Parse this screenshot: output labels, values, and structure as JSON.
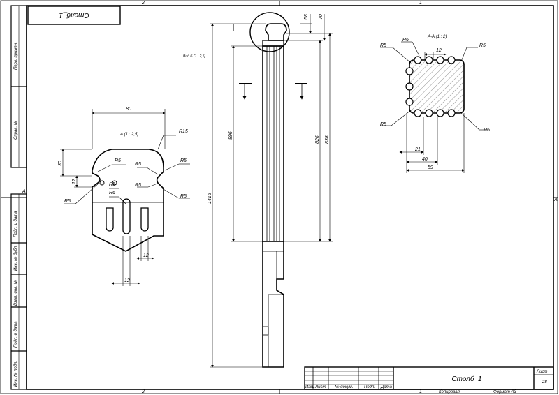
{
  "sheet": {
    "zone_marks_top": [
      "2",
      "1"
    ],
    "zone_marks_bottom": [
      "2",
      "1"
    ],
    "zone_marks_side": [
      "A",
      "A"
    ],
    "mirrored_title": "Столб_1",
    "format": "Формат A3",
    "copied_by": "Копировал"
  },
  "left_strip": {
    "labels": [
      "Перв. примен.",
      "Справ. №",
      "Подп. и дата",
      "Инв. № дубл.",
      "Взам. инв. №",
      "Подп. и дата",
      "Инв. № подл."
    ]
  },
  "title_block": {
    "name": "Столб_1",
    "sheet_label": "Лист",
    "sheet_number": "28",
    "columns": [
      "Изм.",
      "Лист",
      "№ докум.",
      "Подп.",
      "Дата"
    ]
  },
  "view_left": {
    "label": "А (1 : 2,5)",
    "dims": [
      "80",
      "30",
      "12",
      "12",
      "12"
    ],
    "radii": [
      "R15",
      "R5",
      "R5",
      "R5",
      "R5",
      "R5",
      "R6",
      "R5",
      "R5"
    ]
  },
  "view_center": {
    "label": "Вид Б (1 : 2,5)",
    "dims": [
      "58",
      "70",
      "896",
      "826",
      "838",
      "1416"
    ]
  },
  "view_right": {
    "label": "А-А (1 : 2)",
    "dims": [
      "12",
      "21",
      "40",
      "59"
    ],
    "radii": [
      "R5",
      "R6",
      "R5",
      "R5",
      "R5"
    ]
  }
}
